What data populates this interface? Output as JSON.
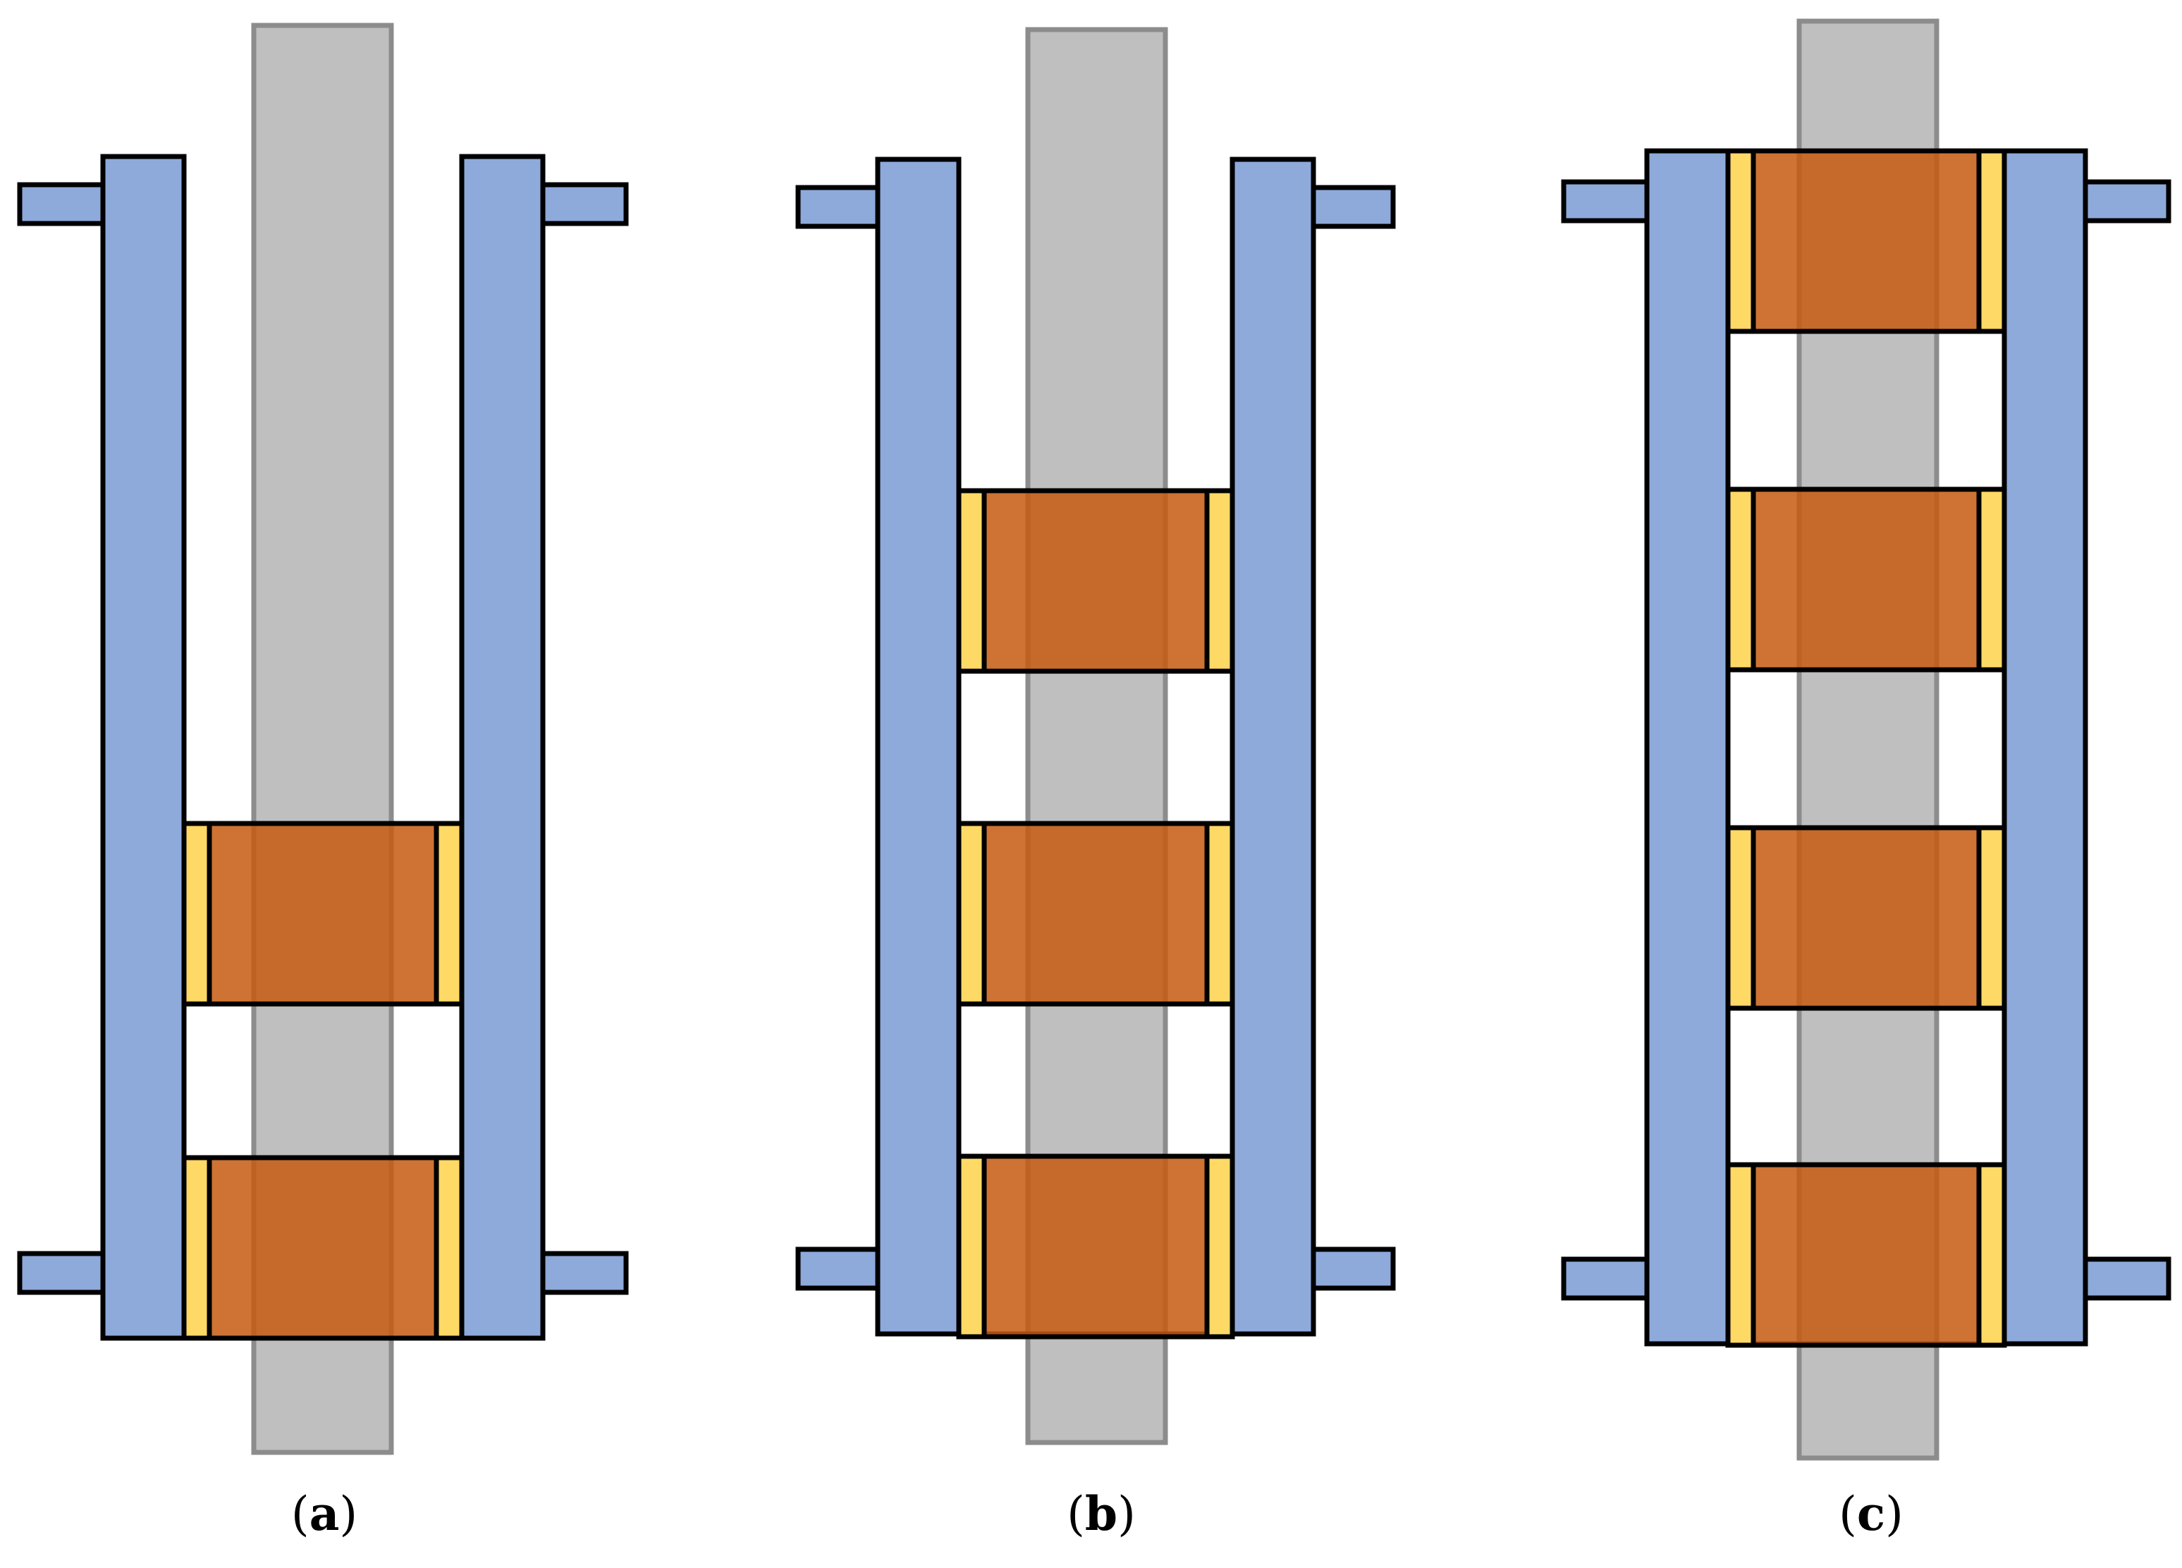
{
  "panels": [
    {
      "id": "a",
      "label_open": "(",
      "label": "a",
      "label_close": ")",
      "sleeve_count": 2
    },
    {
      "id": "b",
      "label_open": "(",
      "label": "b",
      "label_close": ")",
      "sleeve_count": 3
    },
    {
      "id": "c",
      "label_open": "(",
      "label": "c",
      "label_close": ")",
      "sleeve_count": 4
    }
  ],
  "colors": {
    "shaft": "#bfbfbf",
    "shaft_stroke": "#8c8c8c",
    "frame": "#8eaadb",
    "pad": "#ffd966",
    "sleeve": "#c55a11",
    "outline": "#000000"
  }
}
